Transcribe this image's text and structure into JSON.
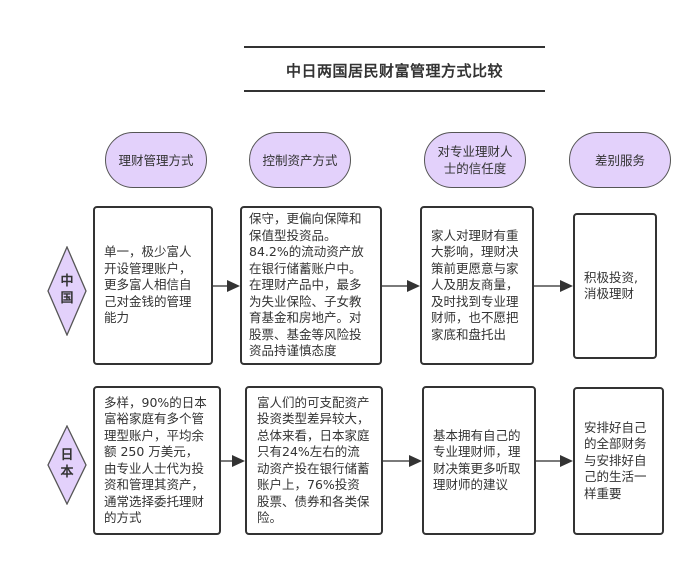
{
  "title": "中日两国居民财富管理方式比较",
  "headers": [
    {
      "label": "理财管理方式"
    },
    {
      "label": "控制资产方式"
    },
    {
      "label": "对专业理财人\n士的信任度"
    },
    {
      "label": "差别服务"
    }
  ],
  "rows": [
    {
      "country": {
        "line1": "中",
        "line2": "国"
      },
      "cells": [
        "单一，极少富人\n开设管理账户，\n更多富人相信自\n己对金钱的管理\n能力",
        "保守，更偏向保障和\n保值型投资品。\n84.2%的流动资产放\n在银行储蓄账户中。\n在理财产品中，最多\n为失业保险、子女教\n育基金和房地产。对\n股票、基金等风险投\n资品持谨慎态度",
        "家人对理财有重\n大影响，理财决\n策前更愿意与家\n人及朋友商量，\n及时找到专业理\n财师，也不愿把\n家底和盘托出",
        "积极投资,\n消极理财"
      ]
    },
    {
      "country": {
        "line1": "日",
        "line2": "本"
      },
      "cells": [
        "多样，90%的日本\n富裕家庭有多个管\n理型账户，平均余\n额 250 万美元，\n由专业人士代为投\n资和管理其资产，\n通常选择委托理财\n的方式",
        "富人们的可支配资产\n投资类型差异较大，\n总体来看，日本家庭\n只有24%左右的流\n动资产投在银行储蓄\n账户上，76%投资\n股票、债券和各类保\n险。",
        "基本拥有自己的\n专业理财师，理\n财决策更多听取\n理财师的建议",
        "安排好自己\n的全部财务\n与安排好自\n己的生活一\n样重要"
      ]
    }
  ],
  "colors": {
    "accent_fill": "#e3d1fb",
    "stroke": "#333333",
    "arrow_shaft": "#7a7a7a"
  }
}
